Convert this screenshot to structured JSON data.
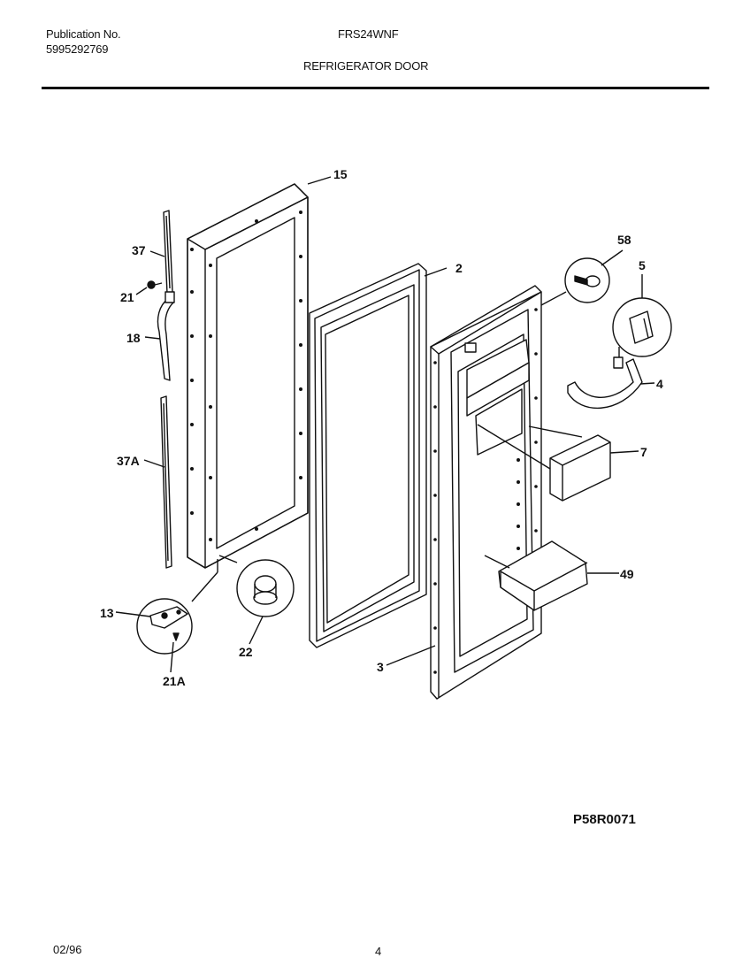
{
  "header": {
    "publication_label": "Publication No.",
    "publication_number": "5995292769",
    "model": "FRS24WNF",
    "section_title": "REFRIGERATOR DOOR"
  },
  "diagram": {
    "callouts": {
      "c15": "15",
      "c37": "37",
      "c21": "21",
      "c18": "18",
      "c37a": "37A",
      "c13": "13",
      "c21a": "21A",
      "c22": "22",
      "c2": "2",
      "c58": "58",
      "c5": "5",
      "c4": "4",
      "c7": "7",
      "c49": "49",
      "c3": "3"
    },
    "reference_code": "P58R0071"
  },
  "footer": {
    "date": "02/96",
    "page": "4"
  }
}
